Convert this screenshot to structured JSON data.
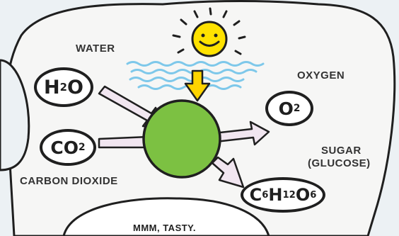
{
  "labels": {
    "water": "WATER",
    "carbon_dioxide": "CARBON DIOXIDE",
    "oxygen": "OXYGEN",
    "sugar_line1": "SUGAR",
    "sugar_line2": "(GLUCOSE)",
    "caption": "MMM, TASTY."
  },
  "formulas": {
    "water": {
      "base1": "H",
      "sub1": "2",
      "base2": "O"
    },
    "carbon_dioxide": {
      "base1": "CO",
      "sub1": "2"
    },
    "oxygen": {
      "base1": "O",
      "sub1": "2"
    },
    "glucose": {
      "base1": "C",
      "sub1": "6",
      "base2": "H",
      "sub2": "12",
      "base3": "O",
      "sub3": "6"
    }
  },
  "icons": [
    "sun-icon",
    "water-waves-icon",
    "leaf-cell-icon"
  ],
  "colors": {
    "background": "#ecf1f4",
    "cloud_fill": "#f6f6f5",
    "outline": "#1f1f1f",
    "sun_yellow": "#ffe200",
    "sun_arrow": "#ffd400",
    "water_blue": "#7ec8ea",
    "cell_green": "#7cc142",
    "arrow_pink": "#f1e6f0"
  }
}
